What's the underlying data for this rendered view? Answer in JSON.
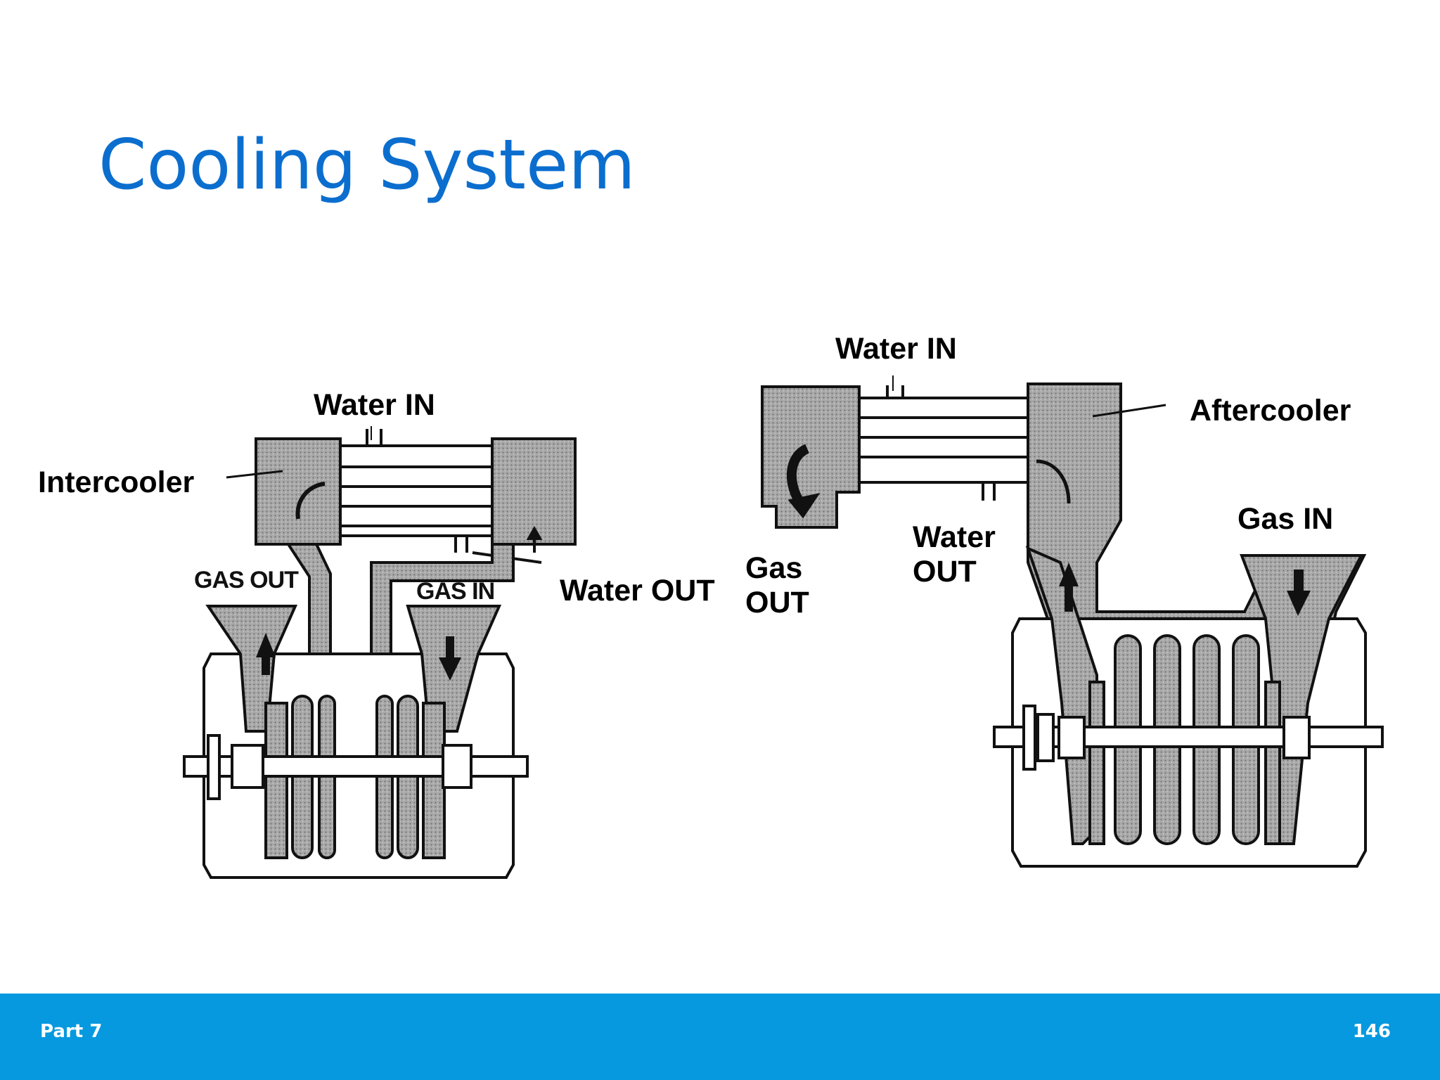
{
  "slide": {
    "title": "Cooling System",
    "footer_left": "Part 7",
    "footer_right": "146",
    "colors": {
      "title": "#0b6ecf",
      "footer": "#0799df",
      "fill": "#9a9a9a",
      "line": "#111111"
    }
  },
  "left_diagram": {
    "water_in": "Water IN",
    "cooler_label": "Intercooler",
    "water_out": "Water OUT",
    "gas_out_small": "GAS OUT",
    "gas_in_small": "GAS IN"
  },
  "right_diagram": {
    "water_in": "Water IN",
    "cooler_label": "Aftercooler",
    "gas_in": "Gas IN",
    "water_out": "Water\nOUT",
    "gas_out": "Gas\nOUT"
  }
}
